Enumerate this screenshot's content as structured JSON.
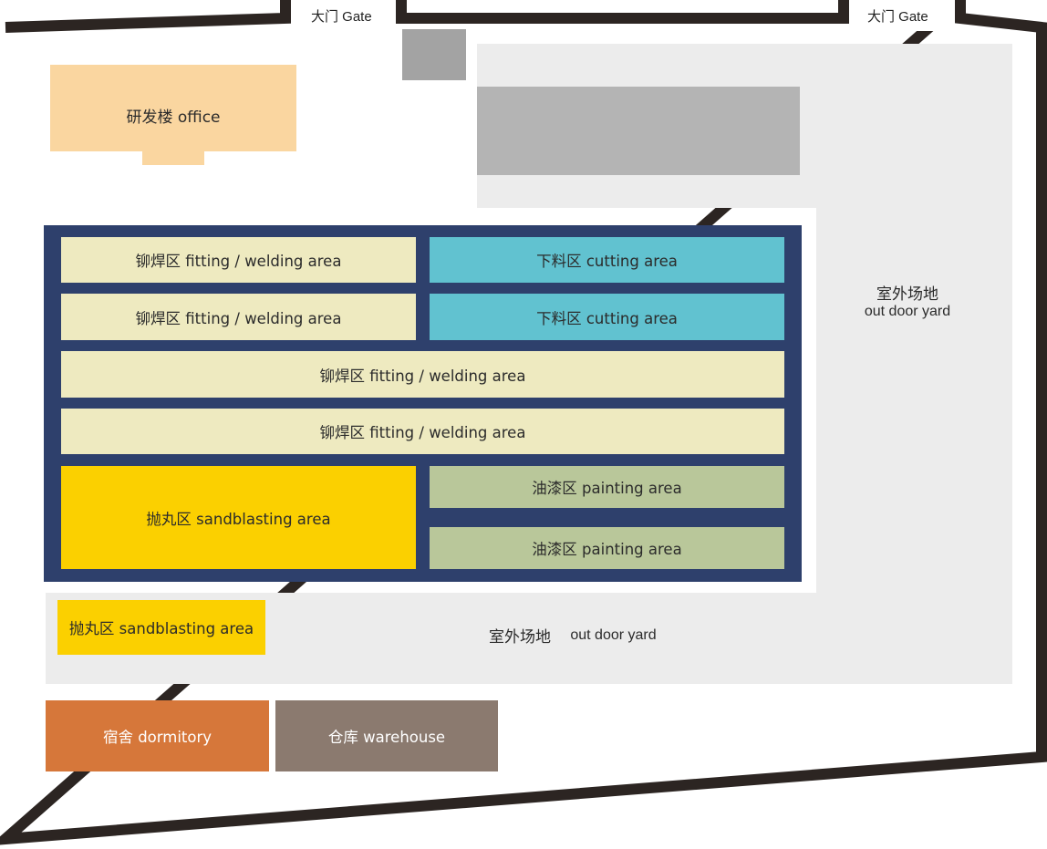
{
  "gates": [
    {
      "label": "大门 Gate"
    },
    {
      "label": "大门 Gate"
    }
  ],
  "office": {
    "label": "研发楼  office"
  },
  "yard_right": {
    "cn": "室外场地",
    "en": "out door yard"
  },
  "yard_bottom": {
    "cn": "室外场地",
    "en": "out door yard"
  },
  "workshop": {
    "zones": [
      {
        "key": "w1",
        "label": "铆焊区 fitting / welding area"
      },
      {
        "key": "c1",
        "label": "下料区 cutting area"
      },
      {
        "key": "w2",
        "label": "铆焊区 fitting / welding area"
      },
      {
        "key": "c2",
        "label": "下料区 cutting area"
      },
      {
        "key": "w3",
        "label": "铆焊区 fitting / welding area"
      },
      {
        "key": "w4",
        "label": "铆焊区 fitting / welding area"
      },
      {
        "key": "s1",
        "label": "抛丸区 sandblasting area"
      },
      {
        "key": "p1",
        "label": "油漆区 painting area"
      },
      {
        "key": "p2",
        "label": "油漆区 painting area"
      }
    ]
  },
  "sandblast_outdoor": {
    "label": "抛丸区 sandblasting area"
  },
  "dormitory": {
    "label": "宿舍 dormitory"
  },
  "warehouse": {
    "label": "仓库 warehouse"
  },
  "colors": {
    "wall": "#2c2522",
    "yard": "#ececec",
    "office": "#fad6a0",
    "workshop_frame": "#2e406c",
    "welding": "#eeeac0",
    "cutting": "#61c2d0",
    "sandblasting": "#fbd000",
    "painting": "#b9c79a",
    "dormitory": "#d6773a",
    "warehouse": "#8b7a6f",
    "gray_block": "#b4b4b4"
  }
}
